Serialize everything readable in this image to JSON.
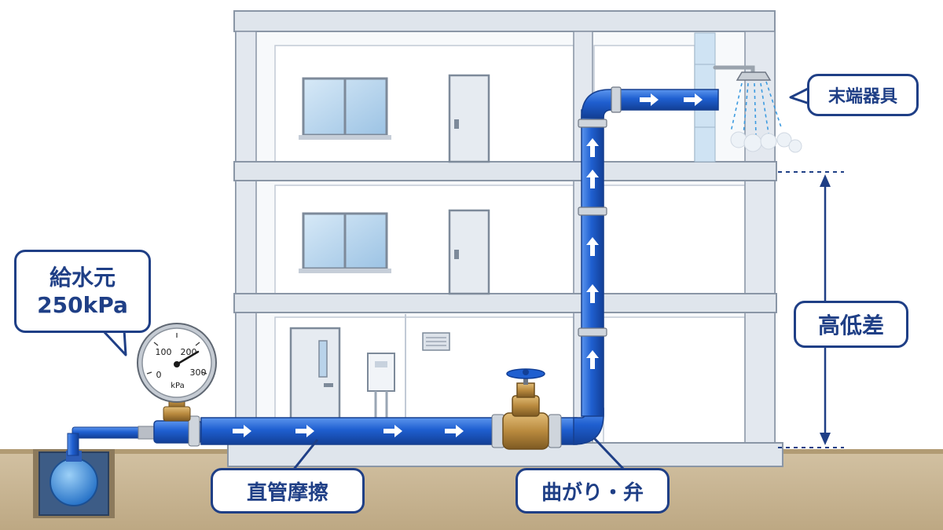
{
  "labels": {
    "source_line1": "給水元",
    "source_line2": "250kPa",
    "fixture": "末端器具",
    "height_difference": "高低差",
    "pipe_friction": "直管摩擦",
    "bend_valve": "曲がり・弁"
  },
  "gauge": {
    "tick_0": "0",
    "tick_100": "100",
    "tick_200": "200",
    "tick_300": "300",
    "unit": "kPa"
  },
  "colors": {
    "pipe": "#1f5fd0",
    "pipe_highlight": "#6ea3f2",
    "outline": "#1f3f86",
    "brass": "#b98a3e",
    "ground": "#c8b594",
    "building": "#e9eef4"
  }
}
